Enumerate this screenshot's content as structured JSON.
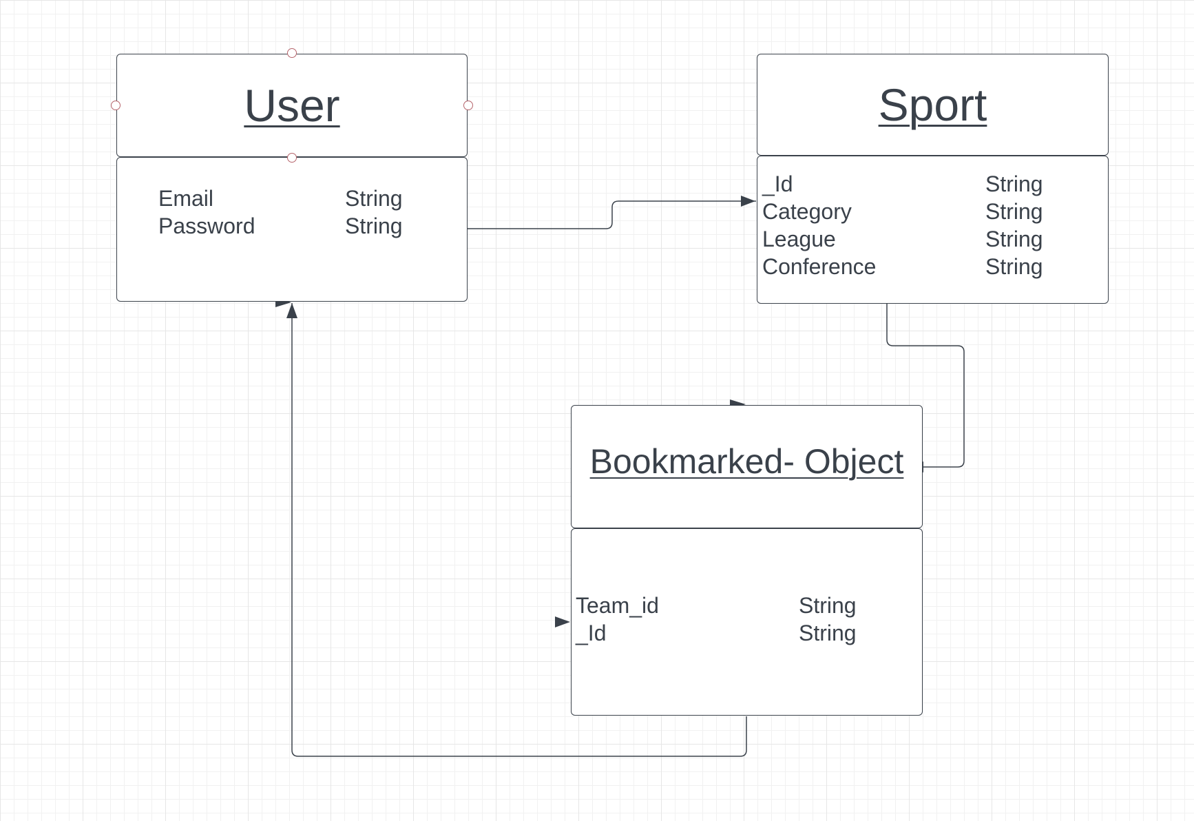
{
  "entities": {
    "user": {
      "title": "User",
      "fields": [
        {
          "name": "Email",
          "type": "String"
        },
        {
          "name": "Password",
          "type": "String"
        }
      ]
    },
    "sport": {
      "title": "Sport",
      "fields": [
        {
          "name": "_Id",
          "type": "String"
        },
        {
          "name": "Category",
          "type": "String"
        },
        {
          "name": "League",
          "type": "String"
        },
        {
          "name": "Conference",
          "type": "String"
        }
      ]
    },
    "bookmarked": {
      "title": "Bookmarked- Object",
      "fields": [
        {
          "name": "Team_id",
          "type": "String"
        },
        {
          "name": "_Id",
          "type": "String"
        }
      ]
    }
  },
  "colors": {
    "stroke": "#3a414a",
    "text": "#3a414a",
    "selection_handle": "#b5636a",
    "grid": "#e6e6e6"
  }
}
